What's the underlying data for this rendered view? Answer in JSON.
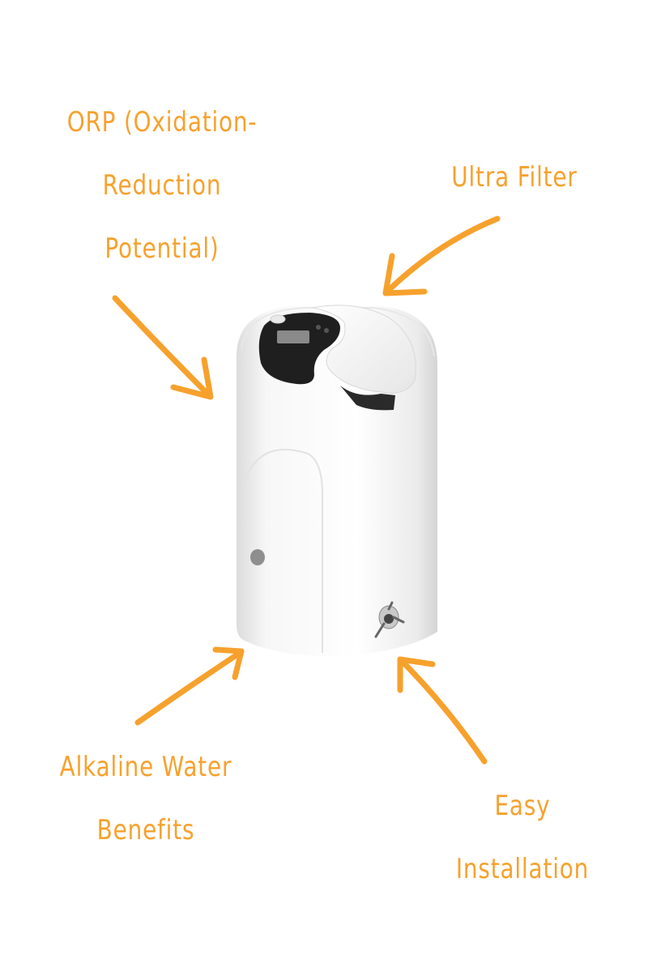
{
  "colors": {
    "accent": "#f7a12d",
    "device_body": "#f4f4f4",
    "device_panel": "#1e1e1e"
  },
  "labels": {
    "orp": [
      "ORP (Oxidation-",
      "Reduction",
      "Potential)"
    ],
    "ultra_filter": [
      "Ultra Filter"
    ],
    "alkaline": [
      "Alkaline Water",
      "Benefits"
    ],
    "easy_installation": [
      "Easy",
      "Installation"
    ]
  },
  "icons": {
    "arrows": [
      "arrow-icon",
      "arrow-icon",
      "arrow-icon",
      "arrow-icon"
    ],
    "product": "water-filter-device-icon"
  }
}
